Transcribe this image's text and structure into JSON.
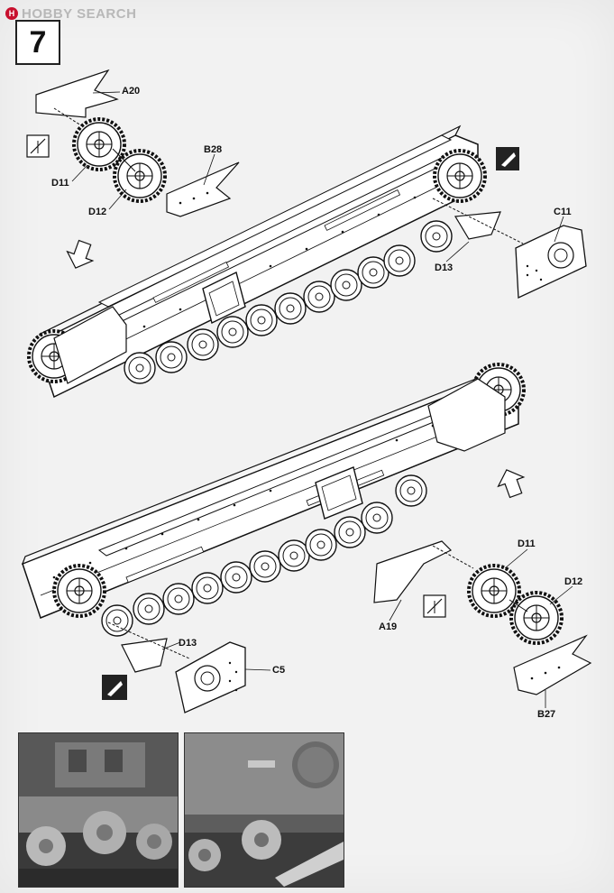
{
  "watermark": {
    "brand_text": "HOBBY SEARCH",
    "mark": "H"
  },
  "step": {
    "number": "7"
  },
  "labels": {
    "a20": "A20",
    "b28": "B28",
    "d11_top": "D11",
    "d12_top": "D12",
    "c11": "C11",
    "d13_top": "D13",
    "d11_bottom": "D11",
    "d12_bottom": "D12",
    "a19": "A19",
    "d13_bottom": "D13",
    "c5": "C5",
    "b27": "B27"
  },
  "icons": [
    "glue-icon",
    "direction-arrow-icon",
    "no-glue-icon"
  ],
  "colors": {
    "line": "#1a1a1a",
    "paper": "#f2f2f2",
    "photo_dark": "#3a3a3a",
    "photo_light": "#b9b9b9"
  }
}
